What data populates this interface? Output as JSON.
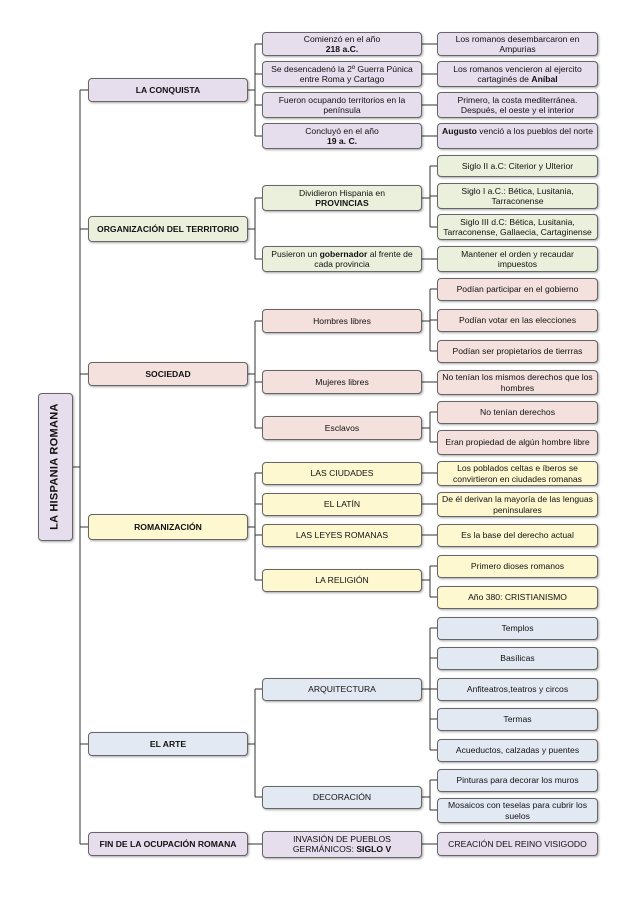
{
  "root": {
    "label": "LA HISPANIA ROMANA"
  },
  "branches": [
    {
      "label": "LA CONQUISTA",
      "items": [
        {
          "text": "Comienzó en el año",
          "bold": "218 a.C.",
          "detail": [
            {
              "text": "Los romanos desembarcaron en Ampurias"
            }
          ]
        },
        {
          "text": "Se desencadenó la 2º Guerra Púnica entre Roma y Cartago",
          "detail": [
            {
              "text": "Los romanos vencieron al ejercito cartaginés de",
              "bold": "Aníbal"
            }
          ]
        },
        {
          "text": "Fueron ocupando territorios en la península",
          "detail": [
            {
              "text": "Primero, la costa mediterránea. Después, el oeste y el interior"
            }
          ]
        },
        {
          "text": "Concluyó en el año",
          "bold": "19 a. C.",
          "detail": [
            {
              "bold_first": "Augusto",
              "text": "venció a los pueblos del norte"
            }
          ]
        }
      ]
    },
    {
      "label": "ORGANIZACIÓN DEL TERRITORIO",
      "items": [
        {
          "text": "Dividieron Hispania en",
          "bold": "PROVINCIAS",
          "detail": [
            {
              "text": "Siglo II a.C: Citerior y Ulterior"
            },
            {
              "text": "Siglo I a.C.: Bética, Lusitania, Tarraconense"
            },
            {
              "text": "Siglo III d.C: Bética, Lusitania, Tarraconense, Gallaecia, Cartaginense"
            }
          ]
        },
        {
          "text_pre": "Pusieron un",
          "bold": "gobernador",
          "text": "al frente de cada provincia",
          "detail": [
            {
              "text": "Mantener el orden y recaudar impuestos"
            }
          ]
        }
      ]
    },
    {
      "label": "SOCIEDAD",
      "items": [
        {
          "text": "Hombres libres",
          "detail": [
            {
              "text": "Podían participar en el gobierno"
            },
            {
              "text": "Podían votar en las elecciones"
            },
            {
              "text": "Podían ser propietarios de tierrras"
            }
          ]
        },
        {
          "text": "Mujeres libres",
          "detail": [
            {
              "text": "No tenían los mismos derechos que los hombres"
            }
          ]
        },
        {
          "text": "Esclavos",
          "detail": [
            {
              "text": "No tenían derechos"
            },
            {
              "text": "Eran propiedad de algún hombre libre"
            }
          ]
        }
      ]
    },
    {
      "label": "ROMANIZACIÓN",
      "items": [
        {
          "text": "LAS CIUDADES",
          "detail": [
            {
              "text": "Los poblados celtas e íberos se convirtieron en ciudades romanas"
            }
          ]
        },
        {
          "text": "EL LATÍN",
          "detail": [
            {
              "text": "De él derivan la mayoría de las lenguas peninsulares"
            }
          ]
        },
        {
          "text": "LAS LEYES ROMANAS",
          "detail": [
            {
              "text": "Es la base del derecho actual"
            }
          ]
        },
        {
          "text": "LA RELIGIÓN",
          "detail": [
            {
              "text": "Primero dioses romanos"
            },
            {
              "text": "Año 380: CRISTIANISMO"
            }
          ]
        }
      ]
    },
    {
      "label": "EL ARTE",
      "items": [
        {
          "text": "ARQUITECTURA",
          "detail": [
            {
              "text": "Templos"
            },
            {
              "text": "Basílicas"
            },
            {
              "text": "Anfiteatros,teatros y circos"
            },
            {
              "text": "Termas"
            },
            {
              "text": "Acueductos, calzadas y puentes"
            }
          ]
        },
        {
          "text": "DECORACIÓN",
          "detail": [
            {
              "text": "Pinturas para decorar los muros"
            },
            {
              "text": "Mosaicos con teselas para cubrir los suelos"
            }
          ]
        }
      ]
    },
    {
      "label": "FIN DE LA OCUPACIÓN ROMANA",
      "items": [
        {
          "text": "INVASIÓN DE PUEBLOS GERMÁNICOS:",
          "bold": "SIGLO V",
          "detail": [
            {
              "text": "CREACIÓN DEL REINO VISIGODO"
            }
          ]
        }
      ]
    }
  ]
}
